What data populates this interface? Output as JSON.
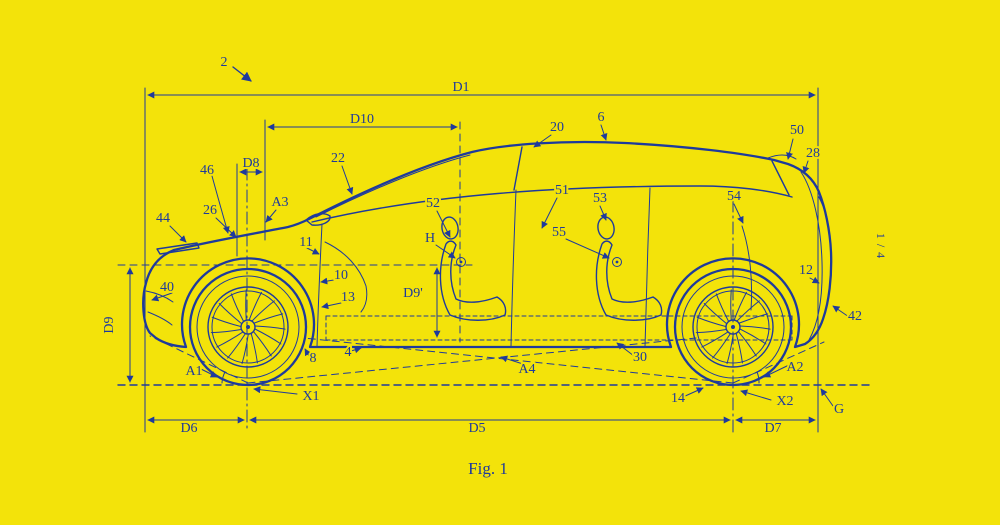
{
  "colors": {
    "background": "#f3e30a",
    "ink": "#1e3a9c"
  },
  "figure": {
    "caption": "Fig. 1",
    "sheet": "1 / 4"
  },
  "dimensions": {
    "d1": "D1",
    "d10": "D10",
    "d8": "D8",
    "d9": "D9",
    "d9p": "D9'",
    "d5": "D5",
    "d6": "D6",
    "d7": "D7",
    "x1": "X1",
    "x2": "X2",
    "g": "G",
    "h": "H",
    "a1": "A1",
    "a2": "A2",
    "a3": "A3",
    "a4": "A4"
  },
  "refs": {
    "n2": "2",
    "n4": "4",
    "n6": "6",
    "n8": "8",
    "n10": "10",
    "n11": "11",
    "n12": "12",
    "n13": "13",
    "n14": "14",
    "n20": "20",
    "n22": "22",
    "n26": "26",
    "n28": "28",
    "n30": "30",
    "n40": "40",
    "n42": "42",
    "n44": "44",
    "n46": "46",
    "n50": "50",
    "n51": "51",
    "n52": "52",
    "n53": "53",
    "n54": "54",
    "n55": "55"
  }
}
